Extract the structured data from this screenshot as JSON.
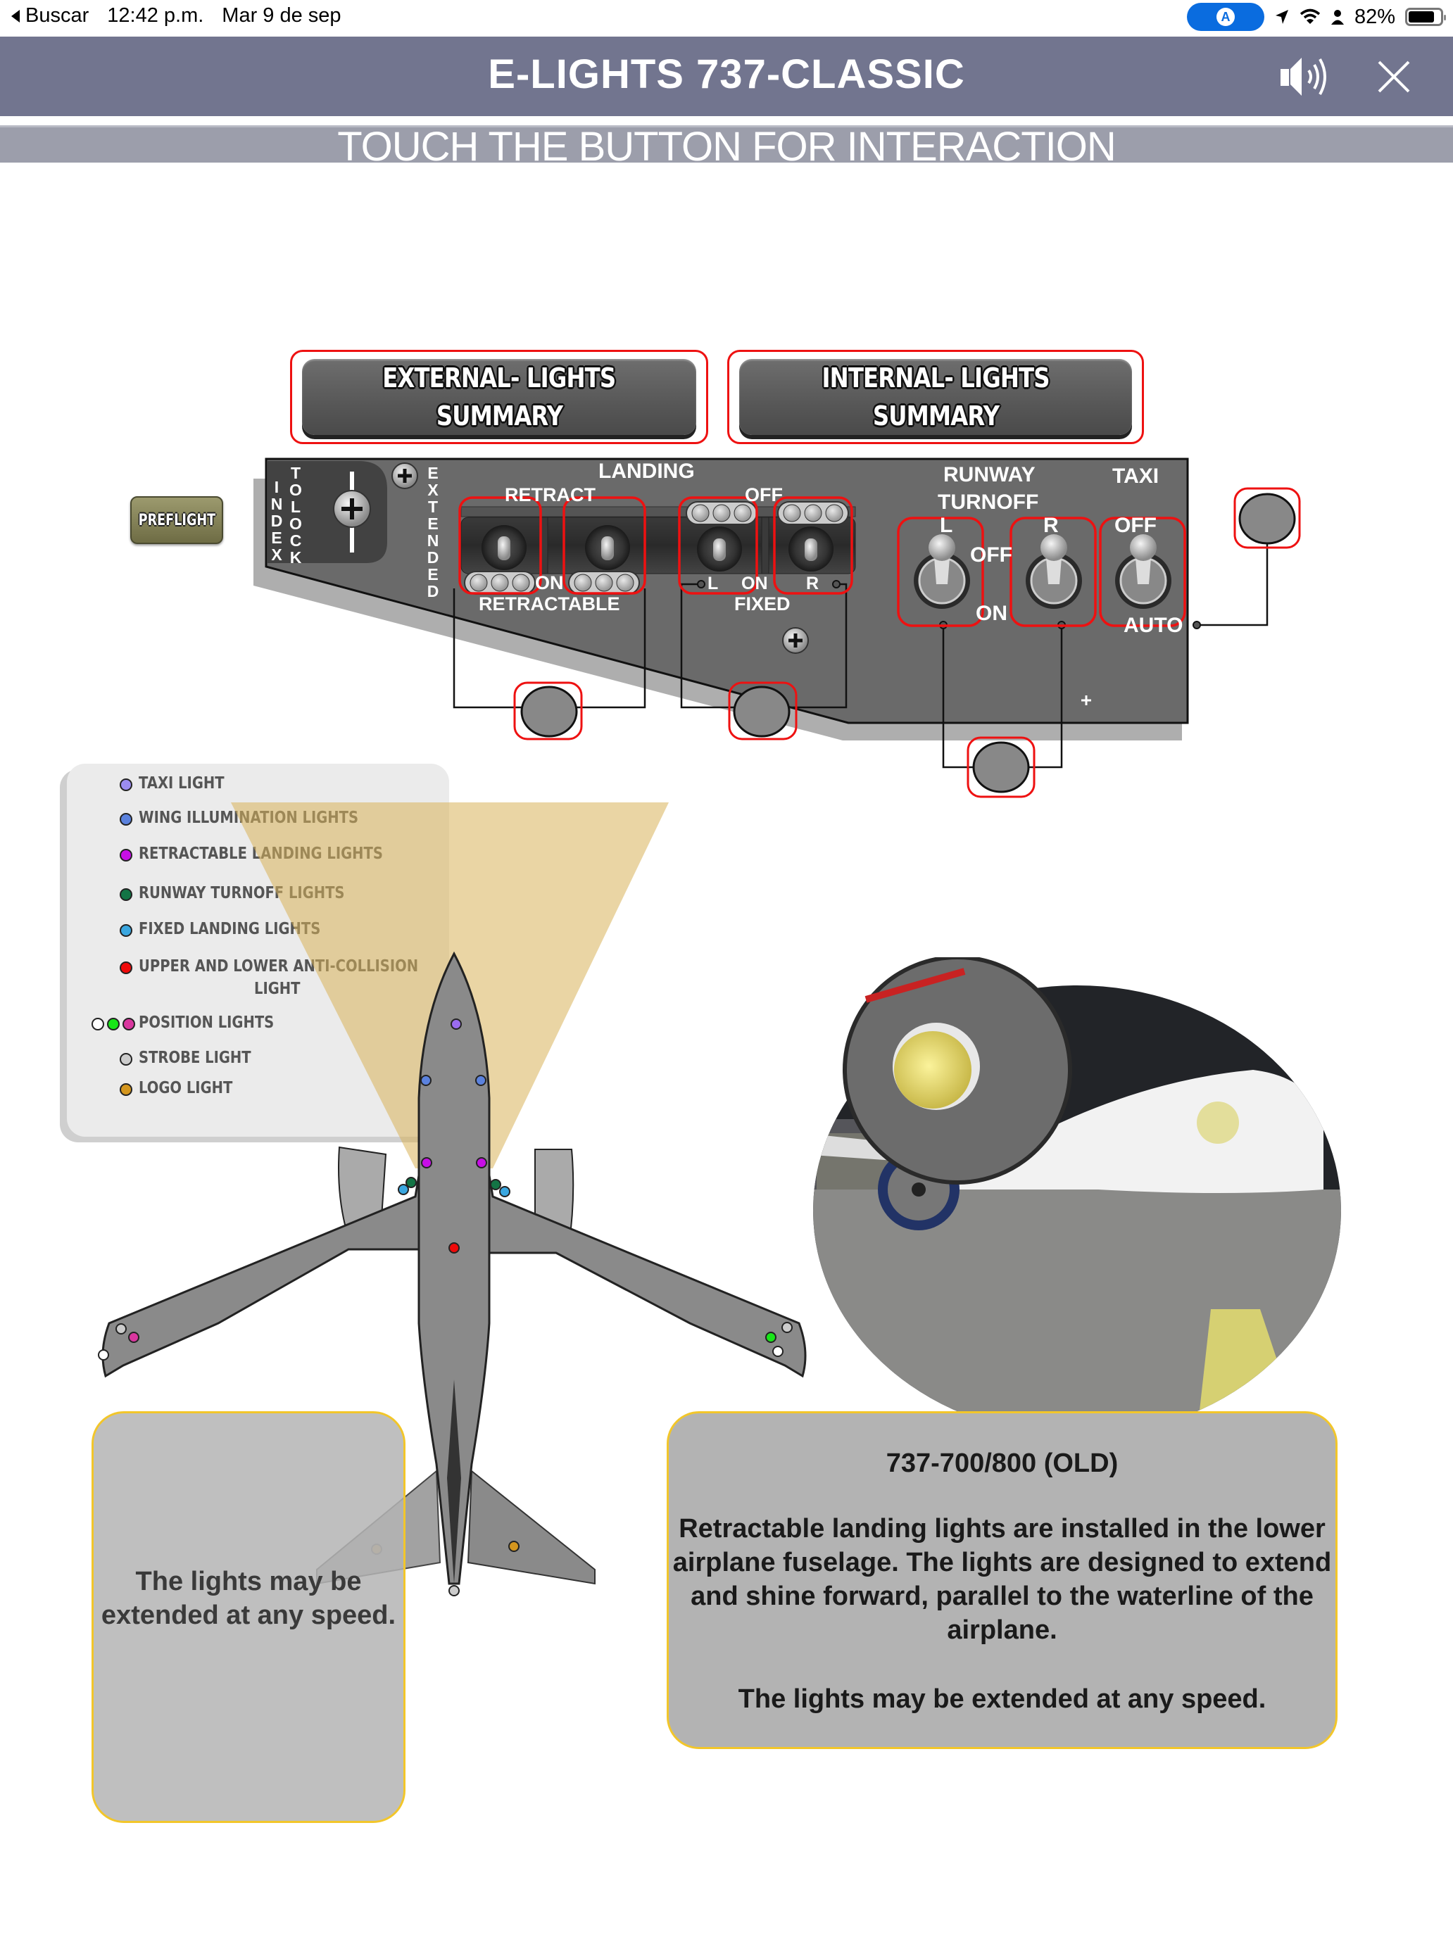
{
  "status_bar": {
    "back_label": "Buscar",
    "time": "12:42 p.m.",
    "date": "Mar 9 de sep",
    "battery": "82%",
    "battery_level": 0.82,
    "nav_pill_glyph": "A",
    "icons": [
      "back-arrow-icon",
      "navigation-pill-icon",
      "location-arrow-icon",
      "wifi-icon",
      "person-icon",
      "battery-icon"
    ]
  },
  "header": {
    "title": "E-LIGHTS 737-CLASSIC",
    "subtitle": "TOUCH THE BUTTON FOR INTERACTION",
    "icons": [
      "speaker-icon",
      "close-icon"
    ]
  },
  "summary_buttons": [
    {
      "line1": "EXTERNAL- LIGHTS",
      "line2": "SUMMARY"
    },
    {
      "line1": "INTERNAL- LIGHTS",
      "line2": "SUMMARY"
    }
  ],
  "preflight_button": "PREFLIGHT",
  "panel": {
    "index_label": "INDEX",
    "to_lock_label": "TO LOCK",
    "extended_label": "EXTENDED",
    "landing_label": "LANDING",
    "retract_label": "RETRACT",
    "off_label": "OFF",
    "on_label": "ON",
    "retractable_label": "RETRACTABLE",
    "fixed_label": "FIXED",
    "fixed_l": "L",
    "fixed_on": "ON",
    "fixed_r": "R",
    "runway_label": "RUNWAY",
    "turnoff_label": "TURNOFF",
    "rt_l": "L",
    "rt_r": "R",
    "rt_off": "OFF",
    "rt_on": "ON",
    "taxi_label": "TAXI",
    "taxi_off": "OFF",
    "taxi_auto": "AUTO",
    "switches": [
      {
        "name": "retractable-left",
        "type": "retractable",
        "position": "retract"
      },
      {
        "name": "retractable-right",
        "type": "retractable",
        "position": "retract"
      },
      {
        "name": "fixed-left",
        "type": "fixed",
        "position": "off"
      },
      {
        "name": "fixed-right",
        "type": "fixed",
        "position": "off"
      },
      {
        "name": "runway-turnoff-left",
        "type": "runway-turnoff",
        "position": "off"
      },
      {
        "name": "runway-turnoff-right",
        "type": "runway-turnoff",
        "position": "off"
      },
      {
        "name": "taxi",
        "type": "taxi",
        "position": "off"
      }
    ]
  },
  "legend": {
    "items": [
      {
        "label": "TAXI LIGHT",
        "colors": [
          "#9b8cf0"
        ]
      },
      {
        "label": "WING ILLUMINATION LIGHTS",
        "colors": [
          "#5b82de"
        ]
      },
      {
        "label": "RETRACTABLE LANDING LIGHTS",
        "colors": [
          "#c70fe6"
        ]
      },
      {
        "label": "RUNWAY TURNOFF LIGHTS",
        "colors": [
          "#137445"
        ]
      },
      {
        "label": "FIXED LANDING LIGHTS",
        "colors": [
          "#3aa7e0"
        ]
      },
      {
        "label": "UPPER AND LOWER ANTI-COLLISION",
        "label2": "LIGHT",
        "colors": [
          "#ef0a0a"
        ]
      },
      {
        "label": "POSITION LIGHTS",
        "colors": [
          "#ffffff",
          "#19e619",
          "#d9379f"
        ]
      },
      {
        "label": "STROBE LIGHT",
        "colors": [
          "#cccccc"
        ]
      },
      {
        "label": "LOGO LIGHT",
        "colors": [
          "#d4961e"
        ]
      }
    ]
  },
  "colors": {
    "header_bg": "#72758f",
    "subbar_bg": "#9c9eab",
    "hotspot_outline": "#e11111",
    "textbox_border": "#f2c62a",
    "beam": "#d8b25a"
  },
  "left_box": {
    "text": "The lights may be extended at any speed."
  },
  "right_box": {
    "title": "737-700/800 (OLD)",
    "paragraph": "Retractable landing lights are installed in the lower airplane fuselage. The lights are designed to extend and shine forward, parallel to the waterline of the airplane.",
    "note": "The lights may be extended at any speed."
  },
  "photo": {
    "description": "Photo of 737 at night with inset close-up of retractable landing light"
  }
}
